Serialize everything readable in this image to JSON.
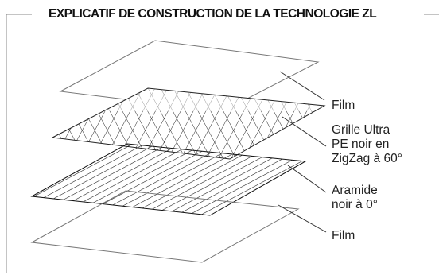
{
  "title": "EXPLICATIF DE CONSTRUCTION DE LA TECHNOLOGIE ZL",
  "labels": {
    "film_top": [
      "Film"
    ],
    "grille": [
      "Grille Ultra",
      "PE noir en",
      "ZigZag à 60°"
    ],
    "aramide": [
      "Aramide",
      "noir à 0°"
    ],
    "film_bottom": [
      "Film"
    ]
  },
  "colors": {
    "text": "#222222",
    "lines": "#333333",
    "frame": "#888888"
  }
}
